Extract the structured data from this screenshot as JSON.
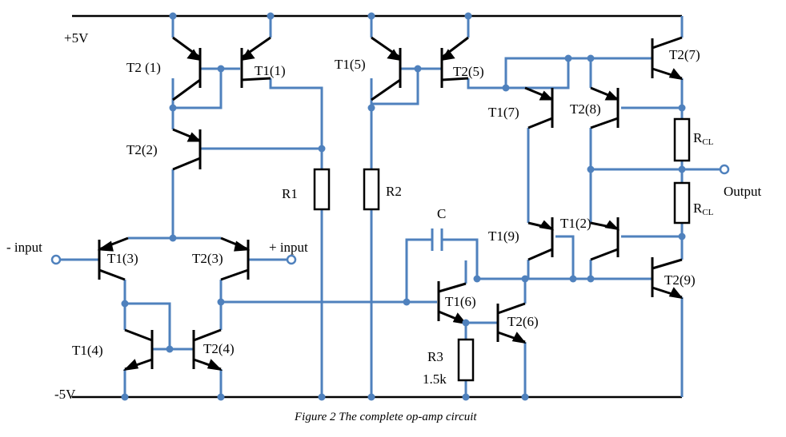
{
  "caption": "Figure 2 The complete op-amp circuit",
  "rails": {
    "positive": "+5V",
    "negative": "-5V"
  },
  "colors": {
    "wire": "#4f81bd",
    "device": "#000000",
    "node": "#4f81bd",
    "background": "#ffffff"
  },
  "transistors": {
    "T2_1": "T2 (1)",
    "T1_1": "T1(1)",
    "T2_2": "T2(2)",
    "T1_3": "T1(3)",
    "T2_3": "T2(3)",
    "T1_4": "T1(4)",
    "T2_4": "T2(4)",
    "T1_5": "T1(5)",
    "T2_5": "T2(5)",
    "T1_6": "T1(6)",
    "T2_6": "T2(6)",
    "T1_7": "T1(7)",
    "T2_7": "T2(7)",
    "T2_8": "T2(8)",
    "T1_9": "T1(9)",
    "T1_2": "T1(2)",
    "T2_9": "T2(9)"
  },
  "resistors": {
    "R1": "R1",
    "R2": "R2",
    "R3": "R3",
    "R3_value": "1.5k",
    "RCL_main": "R",
    "RCL_sub": "CL"
  },
  "capacitor": "C",
  "terminals": {
    "minus_input": "- input",
    "plus_input": "+ input",
    "output": "Output"
  }
}
